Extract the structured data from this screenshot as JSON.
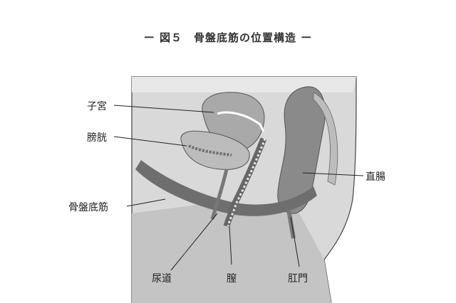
{
  "page": {
    "title": "ー 図５　骨盤底筋の位置構造 ー"
  },
  "labels": {
    "uterus": "子宮",
    "bladder": "膀胱",
    "pelvic_floor": "骨盤底筋",
    "rectum": "直腸",
    "urethra": "尿道",
    "vagina": "膣",
    "anus": "肛門"
  },
  "colors": {
    "light_gray": "#d9d9d9",
    "mid_gray": "#a9a9a9",
    "dark_gray": "#6e6e6e",
    "outline": "#444444"
  }
}
